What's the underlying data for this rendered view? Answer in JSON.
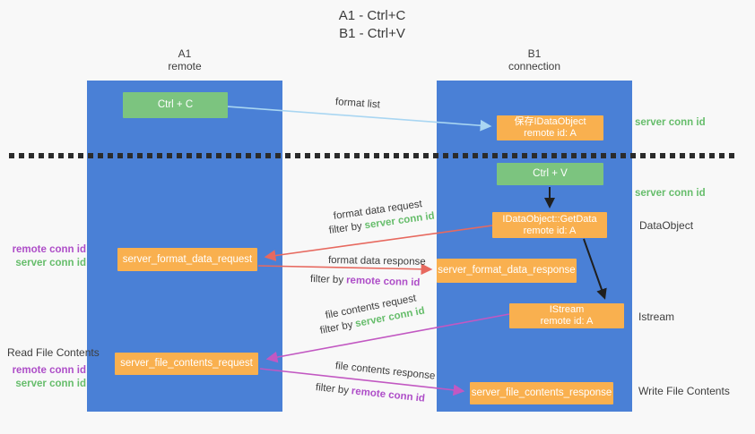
{
  "title": {
    "line1": "A1 - Ctrl+C",
    "line2": "B1 - Ctrl+V"
  },
  "lanes": {
    "a": {
      "name": "A1",
      "role": "remote"
    },
    "b": {
      "name": "B1",
      "role": "connection"
    }
  },
  "nodes": {
    "ctrl_c": {
      "label": "Ctrl + C"
    },
    "save_idataobject": {
      "line1": "保存IDataObject",
      "line2": "remote id: A"
    },
    "ctrl_v": {
      "label": "Ctrl + V"
    },
    "getdata": {
      "line1": "IDataObject::GetData",
      "line2": "remote id: A"
    },
    "format_request": {
      "label": "server_format_data_request"
    },
    "format_response": {
      "label": "server_format_data_response"
    },
    "istream": {
      "line1": "IStream",
      "line2": "remote id: A"
    },
    "file_request": {
      "label": "server_file_contents_request"
    },
    "file_response": {
      "label": "server_file_contents_response"
    }
  },
  "flows": {
    "format_list": {
      "label": "format list"
    },
    "format_data_request": {
      "label": "format data request",
      "filter_prefix": "filter by",
      "filter_key": "server conn id"
    },
    "format_data_response": {
      "label": "format data response",
      "filter_prefix": "filter by",
      "filter_key": "remote conn id"
    },
    "file_contents_request": {
      "label": "file contents request",
      "filter_prefix": "filter by",
      "filter_key": "server conn id"
    },
    "file_contents_response": {
      "label": "file contents response",
      "filter_prefix": "filter by",
      "filter_key": "remote conn id"
    }
  },
  "annotations": {
    "left_format_remote": "remote conn id",
    "left_format_server": "server conn id",
    "read_file_contents": "Read File Contents",
    "left_file_remote": "remote conn id",
    "left_file_server": "server conn id",
    "right_top_server": "server conn id",
    "right_mid_server": "server conn id",
    "dataobject": "DataObject",
    "istream": "Istream",
    "write_file_contents": "Write File Contents"
  },
  "colors": {
    "lane_blue": "#4a80d6",
    "node_green": "#7cc47f",
    "node_orange": "#f9b04f",
    "arrow_lightblue": "#a9d6f2",
    "arrow_red": "#e7695f",
    "arrow_magenta": "#c258c2",
    "arrow_black": "#1f1f1f",
    "text_green": "#66bd6b",
    "text_purple": "#ae4ec8",
    "text_dark": "#3d3d3d",
    "background": "#f8f8f8"
  }
}
